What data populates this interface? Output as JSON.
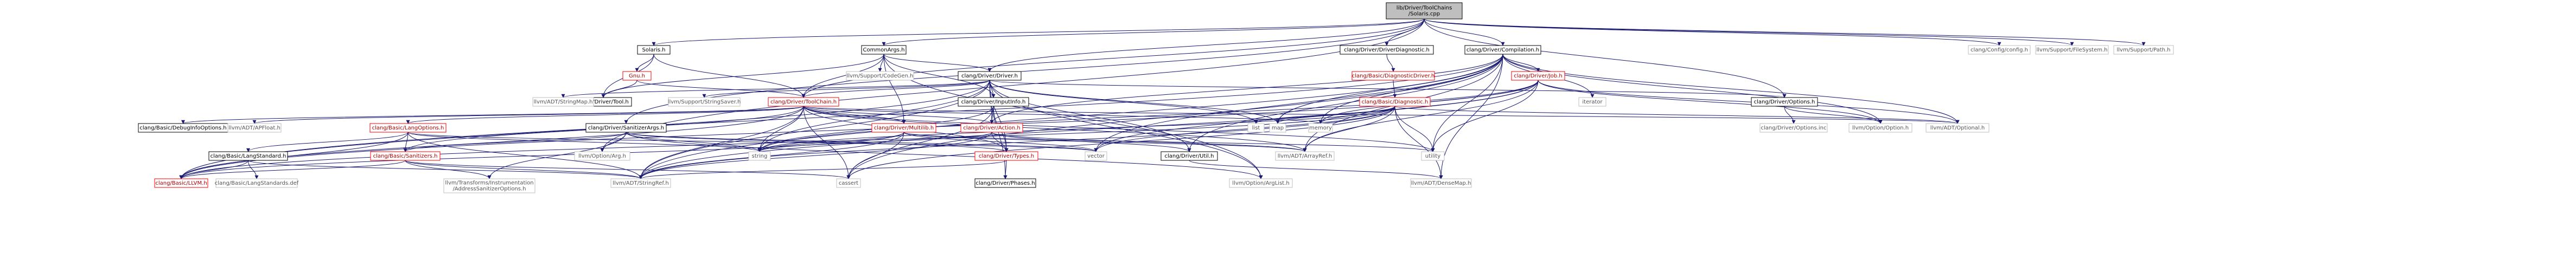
{
  "colors": {
    "edge_dependency": "#191970",
    "edge_transitive": "#000000",
    "root_fill": "#bfbfbf",
    "box_stroke": "#000000",
    "linked_text_red": "#b00000",
    "linked_border_red": "#ff0000",
    "external_stroke": "#bfbfbf"
  },
  "nodes": [
    {
      "id": "root",
      "label": "lib/Driver/ToolChains\n/Solaris.cpp",
      "kind": "root"
    },
    {
      "id": "solaris_h",
      "label": "Solaris.h",
      "kind": "header"
    },
    {
      "id": "gnu_h",
      "label": "Gnu.h",
      "kind": "linked"
    },
    {
      "id": "commonargs_h",
      "label": "CommonArgs.h",
      "kind": "header"
    },
    {
      "id": "driver_diag",
      "label": "clang/Driver/DriverDiagnostic.h",
      "kind": "header"
    },
    {
      "id": "compilation",
      "label": "clang/Driver/Compilation.h",
      "kind": "header"
    },
    {
      "id": "config",
      "label": "clang/Config/config.h",
      "kind": "external"
    },
    {
      "id": "filesystem",
      "label": "llvm/Support/FileSystem.h",
      "kind": "external"
    },
    {
      "id": "path",
      "label": "llvm/Support/Path.h",
      "kind": "external"
    },
    {
      "id": "codegen",
      "label": "llvm/Support/CodeGen.h",
      "kind": "external"
    },
    {
      "id": "driver_h",
      "label": "clang/Driver/Driver.h",
      "kind": "header"
    },
    {
      "id": "basic_diagdriver",
      "label": "clang/Basic/DiagnosticDriver.h",
      "kind": "linked"
    },
    {
      "id": "job_h",
      "label": "clang/Driver/Job.h",
      "kind": "linked"
    },
    {
      "id": "iterator",
      "label": "iterator",
      "kind": "external"
    },
    {
      "id": "tool_h",
      "label": "clang/Driver/Tool.h",
      "kind": "header"
    },
    {
      "id": "stringmap",
      "label": "llvm/ADT/StringMap.h",
      "kind": "external"
    },
    {
      "id": "stringsaver",
      "label": "llvm/Support/StringSaver.h",
      "kind": "external"
    },
    {
      "id": "toolchain_h",
      "label": "clang/Driver/ToolChain.h",
      "kind": "linked"
    },
    {
      "id": "inputinfo_h",
      "label": "clang/Driver/InputInfo.h",
      "kind": "header"
    },
    {
      "id": "basic_diagnostic",
      "label": "clang/Basic/Diagnostic.h",
      "kind": "linked"
    },
    {
      "id": "options_h",
      "label": "clang/Driver/Options.h",
      "kind": "header"
    },
    {
      "id": "debuginfo",
      "label": "clang/Basic/DebugInfoOptions.h",
      "kind": "header"
    },
    {
      "id": "apfloat",
      "label": "llvm/ADT/APFloat.h",
      "kind": "external"
    },
    {
      "id": "langoptions",
      "label": "clang/Basic/LangOptions.h",
      "kind": "linked"
    },
    {
      "id": "sanitizerargs",
      "label": "clang/Driver/SanitizerArgs.h",
      "kind": "header"
    },
    {
      "id": "multilib",
      "label": "clang/Driver/Multilib.h",
      "kind": "linked"
    },
    {
      "id": "action_h",
      "label": "clang/Driver/Action.h",
      "kind": "linked"
    },
    {
      "id": "list",
      "label": "list",
      "kind": "external"
    },
    {
      "id": "map",
      "label": "map",
      "kind": "external"
    },
    {
      "id": "memory",
      "label": "memory",
      "kind": "external"
    },
    {
      "id": "options_inc",
      "label": "clang/Driver/Options.inc",
      "kind": "external"
    },
    {
      "id": "option_h",
      "label": "llvm/Option/Option.h",
      "kind": "external"
    },
    {
      "id": "optional_h",
      "label": "llvm/ADT/Optional.h",
      "kind": "external"
    },
    {
      "id": "langstandard",
      "label": "clang/Basic/LangStandard.h",
      "kind": "header"
    },
    {
      "id": "sanitizers",
      "label": "clang/Basic/Sanitizers.h",
      "kind": "linked"
    },
    {
      "id": "optionarg",
      "label": "llvm/Option/Arg.h",
      "kind": "external"
    },
    {
      "id": "string",
      "label": "string",
      "kind": "external"
    },
    {
      "id": "types_h",
      "label": "clang/Driver/Types.h",
      "kind": "linked"
    },
    {
      "id": "vector",
      "label": "vector",
      "kind": "external"
    },
    {
      "id": "util_h",
      "label": "clang/Driver/Util.h",
      "kind": "header"
    },
    {
      "id": "arrayref",
      "label": "llvm/ADT/ArrayRef.h",
      "kind": "external"
    },
    {
      "id": "utility",
      "label": "utility",
      "kind": "external"
    },
    {
      "id": "llvm_h",
      "label": "clang/Basic/LLVM.h",
      "kind": "linked"
    },
    {
      "id": "langstandards_def",
      "label": "clang/Basic/LangStandards.def",
      "kind": "external"
    },
    {
      "id": "addresssan",
      "label": "llvm/Transforms/Instrumentation\n/AddressSanitizerOptions.h",
      "kind": "external"
    },
    {
      "id": "stringref",
      "label": "llvm/ADT/StringRef.h",
      "kind": "external"
    },
    {
      "id": "cassert",
      "label": "cassert",
      "kind": "external"
    },
    {
      "id": "phases",
      "label": "clang/Driver/Phases.h",
      "kind": "header"
    },
    {
      "id": "arglist",
      "label": "llvm/Option/ArgList.h",
      "kind": "external"
    },
    {
      "id": "densemap",
      "label": "llvm/ADT/DenseMap.h",
      "kind": "external"
    }
  ],
  "edges": [
    [
      "root",
      "solaris_h"
    ],
    [
      "root",
      "commonargs_h"
    ],
    [
      "root",
      "driver_diag"
    ],
    [
      "root",
      "compilation"
    ],
    [
      "root",
      "driver_h"
    ],
    [
      "root",
      "options_h"
    ],
    [
      "root",
      "config"
    ],
    [
      "root",
      "filesystem"
    ],
    [
      "root",
      "path"
    ],
    [
      "root",
      "toolchain_h"
    ],
    [
      "root",
      "sanitizerargs"
    ],
    [
      "root",
      "optionarg"
    ],
    [
      "solaris_h",
      "gnu_h"
    ],
    [
      "solaris_h",
      "tool_h"
    ],
    [
      "solaris_h",
      "toolchain_h"
    ],
    [
      "gnu_h",
      "tool_h"
    ],
    [
      "gnu_h",
      "toolchain_h"
    ],
    [
      "commonargs_h",
      "codegen"
    ],
    [
      "commonargs_h",
      "tool_h"
    ],
    [
      "commonargs_h",
      "toolchain_h"
    ],
    [
      "commonargs_h",
      "driver_h"
    ],
    [
      "commonargs_h",
      "inputinfo_h"
    ],
    [
      "commonargs_h",
      "multilib"
    ],
    [
      "commonargs_h",
      "arglist"
    ],
    [
      "driver_diag",
      "basic_diagdriver"
    ],
    [
      "compilation",
      "job_h"
    ],
    [
      "compilation",
      "action_h"
    ],
    [
      "compilation",
      "util_h"
    ],
    [
      "compilation",
      "arrayref"
    ],
    [
      "compilation",
      "densemap"
    ],
    [
      "compilation",
      "optional_h"
    ],
    [
      "compilation",
      "stringref"
    ],
    [
      "compilation",
      "option_h"
    ],
    [
      "compilation",
      "cassert"
    ],
    [
      "compilation",
      "iterator"
    ],
    [
      "compilation",
      "map"
    ],
    [
      "compilation",
      "memory"
    ],
    [
      "compilation",
      "utility"
    ],
    [
      "compilation",
      "vector"
    ],
    [
      "compilation",
      "llvm_h"
    ],
    [
      "basic_diagdriver",
      "basic_diagnostic"
    ],
    [
      "job_h",
      "llvm_h"
    ],
    [
      "job_h",
      "arrayref"
    ],
    [
      "job_h",
      "optional_h"
    ],
    [
      "job_h",
      "stringref"
    ],
    [
      "job_h",
      "memory"
    ],
    [
      "job_h",
      "string"
    ],
    [
      "job_h",
      "utility"
    ],
    [
      "job_h",
      "vector"
    ],
    [
      "job_h",
      "option_h"
    ],
    [
      "driver_h",
      "llvm_h"
    ],
    [
      "driver_h",
      "action_h"
    ],
    [
      "driver_h",
      "inputinfo_h"
    ],
    [
      "driver_h",
      "options_h"
    ],
    [
      "driver_h",
      "phases"
    ],
    [
      "driver_h",
      "toolchain_h"
    ],
    [
      "driver_h",
      "types_h"
    ],
    [
      "driver_h",
      "util_h"
    ],
    [
      "driver_h",
      "stringmap"
    ],
    [
      "driver_h",
      "stringref"
    ],
    [
      "driver_h",
      "arglist"
    ],
    [
      "driver_h",
      "stringsaver"
    ],
    [
      "driver_h",
      "list"
    ],
    [
      "driver_h",
      "map"
    ],
    [
      "driver_h",
      "string"
    ],
    [
      "toolchain_h",
      "debuginfo"
    ],
    [
      "toolchain_h",
      "langoptions"
    ],
    [
      "toolchain_h",
      "sanitizers"
    ],
    [
      "toolchain_h",
      "action_h"
    ],
    [
      "toolchain_h",
      "multilib"
    ],
    [
      "toolchain_h",
      "types_h"
    ],
    [
      "toolchain_h",
      "apfloat"
    ],
    [
      "toolchain_h",
      "arrayref"
    ],
    [
      "toolchain_h",
      "optional_h"
    ],
    [
      "toolchain_h",
      "stringref"
    ],
    [
      "toolchain_h",
      "cassert"
    ],
    [
      "toolchain_h",
      "memory"
    ],
    [
      "toolchain_h",
      "string"
    ],
    [
      "toolchain_h",
      "utility"
    ],
    [
      "toolchain_h",
      "llvm_h"
    ],
    [
      "inputinfo_h",
      "action_h"
    ],
    [
      "inputinfo_h",
      "types_h"
    ],
    [
      "inputinfo_h",
      "string"
    ],
    [
      "inputinfo_h",
      "cassert"
    ],
    [
      "basic_diagnostic",
      "arrayref"
    ],
    [
      "basic_diagnostic",
      "densemap"
    ],
    [
      "basic_diagnostic",
      "optional_h"
    ],
    [
      "basic_diagnostic",
      "stringref"
    ],
    [
      "basic_diagnostic",
      "cassert"
    ],
    [
      "basic_diagnostic",
      "list"
    ],
    [
      "basic_diagnostic",
      "map"
    ],
    [
      "basic_diagnostic",
      "memory"
    ],
    [
      "basic_diagnostic",
      "string"
    ],
    [
      "basic_diagnostic",
      "utility"
    ],
    [
      "basic_diagnostic",
      "vector"
    ],
    [
      "basic_diagnostic",
      "llvm_h"
    ],
    [
      "options_h",
      "options_inc"
    ],
    [
      "options_h",
      "option_h"
    ],
    [
      "langoptions",
      "langstandard"
    ],
    [
      "langoptions",
      "sanitizers"
    ],
    [
      "langoptions",
      "llvm_h"
    ],
    [
      "langoptions",
      "stringref"
    ],
    [
      "langoptions",
      "string"
    ],
    [
      "langoptions",
      "vector"
    ],
    [
      "sanitizerargs",
      "sanitizers"
    ],
    [
      "sanitizerargs",
      "types_h"
    ],
    [
      "sanitizerargs",
      "arglist"
    ],
    [
      "sanitizerargs",
      "addresssan"
    ],
    [
      "sanitizerargs",
      "string"
    ],
    [
      "sanitizerargs",
      "vector"
    ],
    [
      "sanitizerargs",
      "optionarg"
    ],
    [
      "multilib",
      "llvm_h"
    ],
    [
      "multilib",
      "arrayref"
    ],
    [
      "multilib",
      "stringref"
    ],
    [
      "multilib",
      "cassert"
    ],
    [
      "multilib",
      "string"
    ],
    [
      "multilib",
      "utility"
    ],
    [
      "multilib",
      "vector"
    ],
    [
      "action_h",
      "types_h"
    ],
    [
      "action_h",
      "util_h"
    ],
    [
      "action_h",
      "arrayref"
    ],
    [
      "action_h",
      "stringref"
    ],
    [
      "action_h",
      "string"
    ],
    [
      "langstandard",
      "llvm_h"
    ],
    [
      "langstandard",
      "stringref"
    ],
    [
      "langstandard",
      "langstandards_def"
    ],
    [
      "sanitizers",
      "llvm_h"
    ],
    [
      "sanitizers",
      "stringref"
    ],
    [
      "sanitizers",
      "addresssan"
    ],
    [
      "sanitizers",
      "cassert"
    ],
    [
      "types_h",
      "phases"
    ],
    [
      "types_h",
      "stringref"
    ],
    [
      "util_h",
      "densemap"
    ],
    [
      "phases",
      "phases"
    ]
  ]
}
